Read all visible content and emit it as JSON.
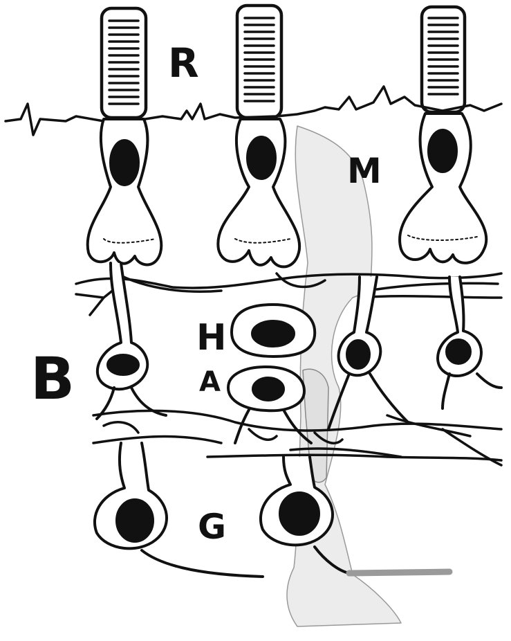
{
  "diagram": {
    "labels": {
      "r": "R",
      "m": "M",
      "h": "H",
      "a": "A",
      "b": "B",
      "g": "G"
    },
    "colors": {
      "ink": "#111111",
      "paper": "#ffffff",
      "muller_fill": "#e9e9e9",
      "stroke_gray": "#9a9a9a"
    }
  }
}
